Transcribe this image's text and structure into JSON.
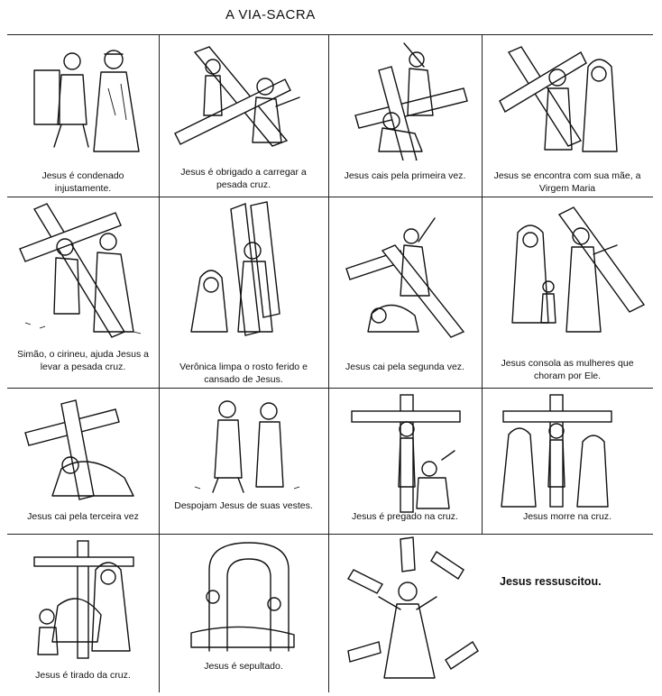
{
  "title": "A VIA-SACRA",
  "stations": [
    {
      "caption": "Jesus é condenado injustamente."
    },
    {
      "caption": "Jesus é obrigado a carregar a pesada cruz."
    },
    {
      "caption": "Jesus cais pela primeira vez."
    },
    {
      "caption": "Jesus se encontra com sua mãe, a Virgem Maria"
    },
    {
      "caption": "Simão, o cirineu, ajuda Jesus a levar a pesada cruz."
    },
    {
      "caption": "Verônica limpa o rosto ferido e cansado de Jesus."
    },
    {
      "caption": "Jesus cai pela segunda vez."
    },
    {
      "caption": "Jesus consola as mulheres que choram por Ele."
    },
    {
      "caption": "Jesus cai pela terceira vez"
    },
    {
      "caption": "Despojam Jesus de suas vestes."
    },
    {
      "caption": "Jesus é pregado na cruz."
    },
    {
      "caption": "Jesus morre na cruz."
    },
    {
      "caption": "Jesus é tirado da cruz."
    },
    {
      "caption": "Jesus é sepultado."
    },
    {
      "caption": "Jesus ressuscitou."
    }
  ]
}
